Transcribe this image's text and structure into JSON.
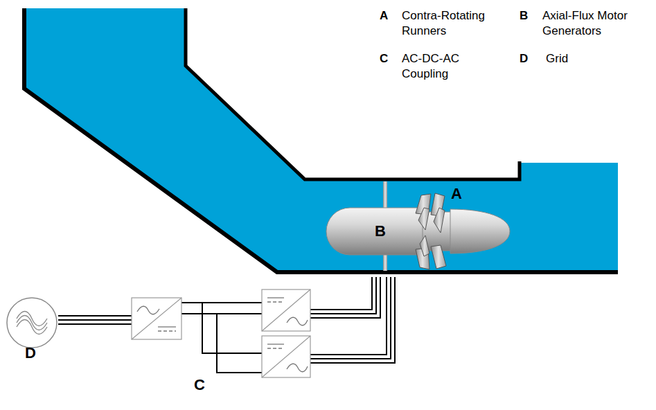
{
  "diagram": {
    "labels": [
      "A",
      "Contra-Rotating Runners",
      "B",
      "Axial-Flux Motor Generators",
      "C",
      "AC-DC-AC Coupling",
      "D",
      "Grid",
      "A",
      "B",
      "D",
      "C"
    ]
  }
}
